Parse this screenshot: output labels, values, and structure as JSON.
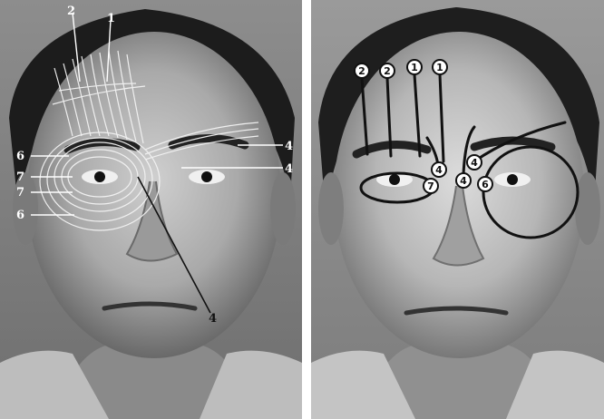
{
  "left_panel": {
    "labels": {
      "l1": "1",
      "l2": "2",
      "l4a": "4",
      "l4b": "4",
      "l4c": "4",
      "l6a": "6",
      "l6b": "6",
      "l7a": "7",
      "l7b": "7"
    }
  },
  "right_panel": {
    "markers": {
      "m2a": "2",
      "m2b": "2",
      "m1a": "1",
      "m1b": "1",
      "m4a": "4",
      "m4b": "4",
      "m4c": "4",
      "m7": "7",
      "m6": "6"
    }
  }
}
